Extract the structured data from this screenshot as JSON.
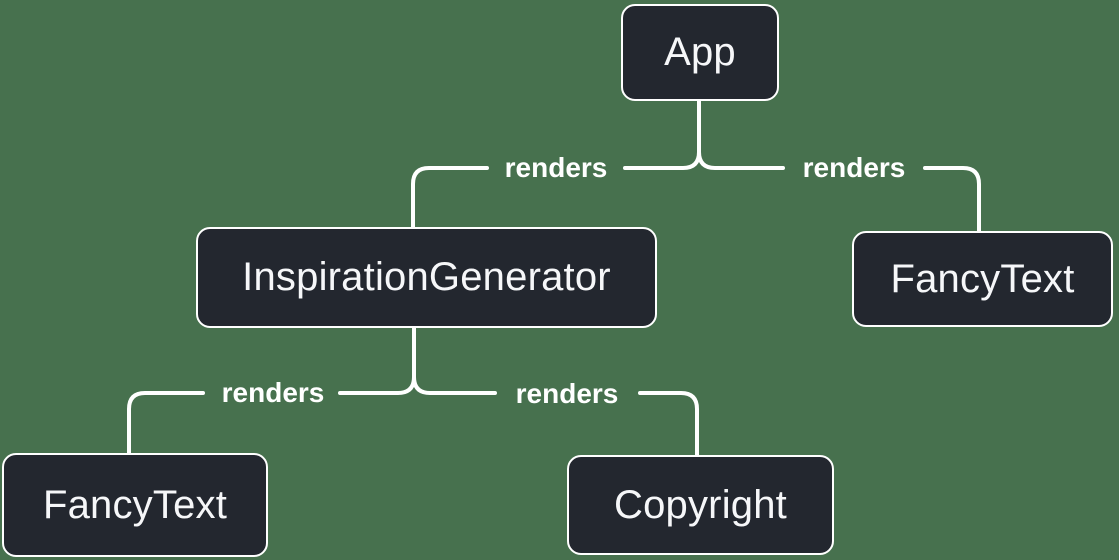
{
  "colors": {
    "background": "#47714e",
    "node_fill": "#23272f",
    "node_border": "#ffffff",
    "node_text": "#f6f7f9",
    "edge": "#ffffff"
  },
  "diagram_type": "component-render-tree",
  "nodes": [
    {
      "id": "app",
      "label": "App"
    },
    {
      "id": "inspiration-generator",
      "label": "InspirationGenerator"
    },
    {
      "id": "fancy-text-right",
      "label": "FancyText"
    },
    {
      "id": "fancy-text-left",
      "label": "FancyText"
    },
    {
      "id": "copyright",
      "label": "Copyright"
    }
  ],
  "edges": [
    {
      "from": "App",
      "to": "InspirationGenerator",
      "label": "renders"
    },
    {
      "from": "App",
      "to": "FancyText",
      "label": "renders"
    },
    {
      "from": "InspirationGenerator",
      "to": "FancyText",
      "label": "renders"
    },
    {
      "from": "InspirationGenerator",
      "to": "Copyright",
      "label": "renders"
    }
  ]
}
